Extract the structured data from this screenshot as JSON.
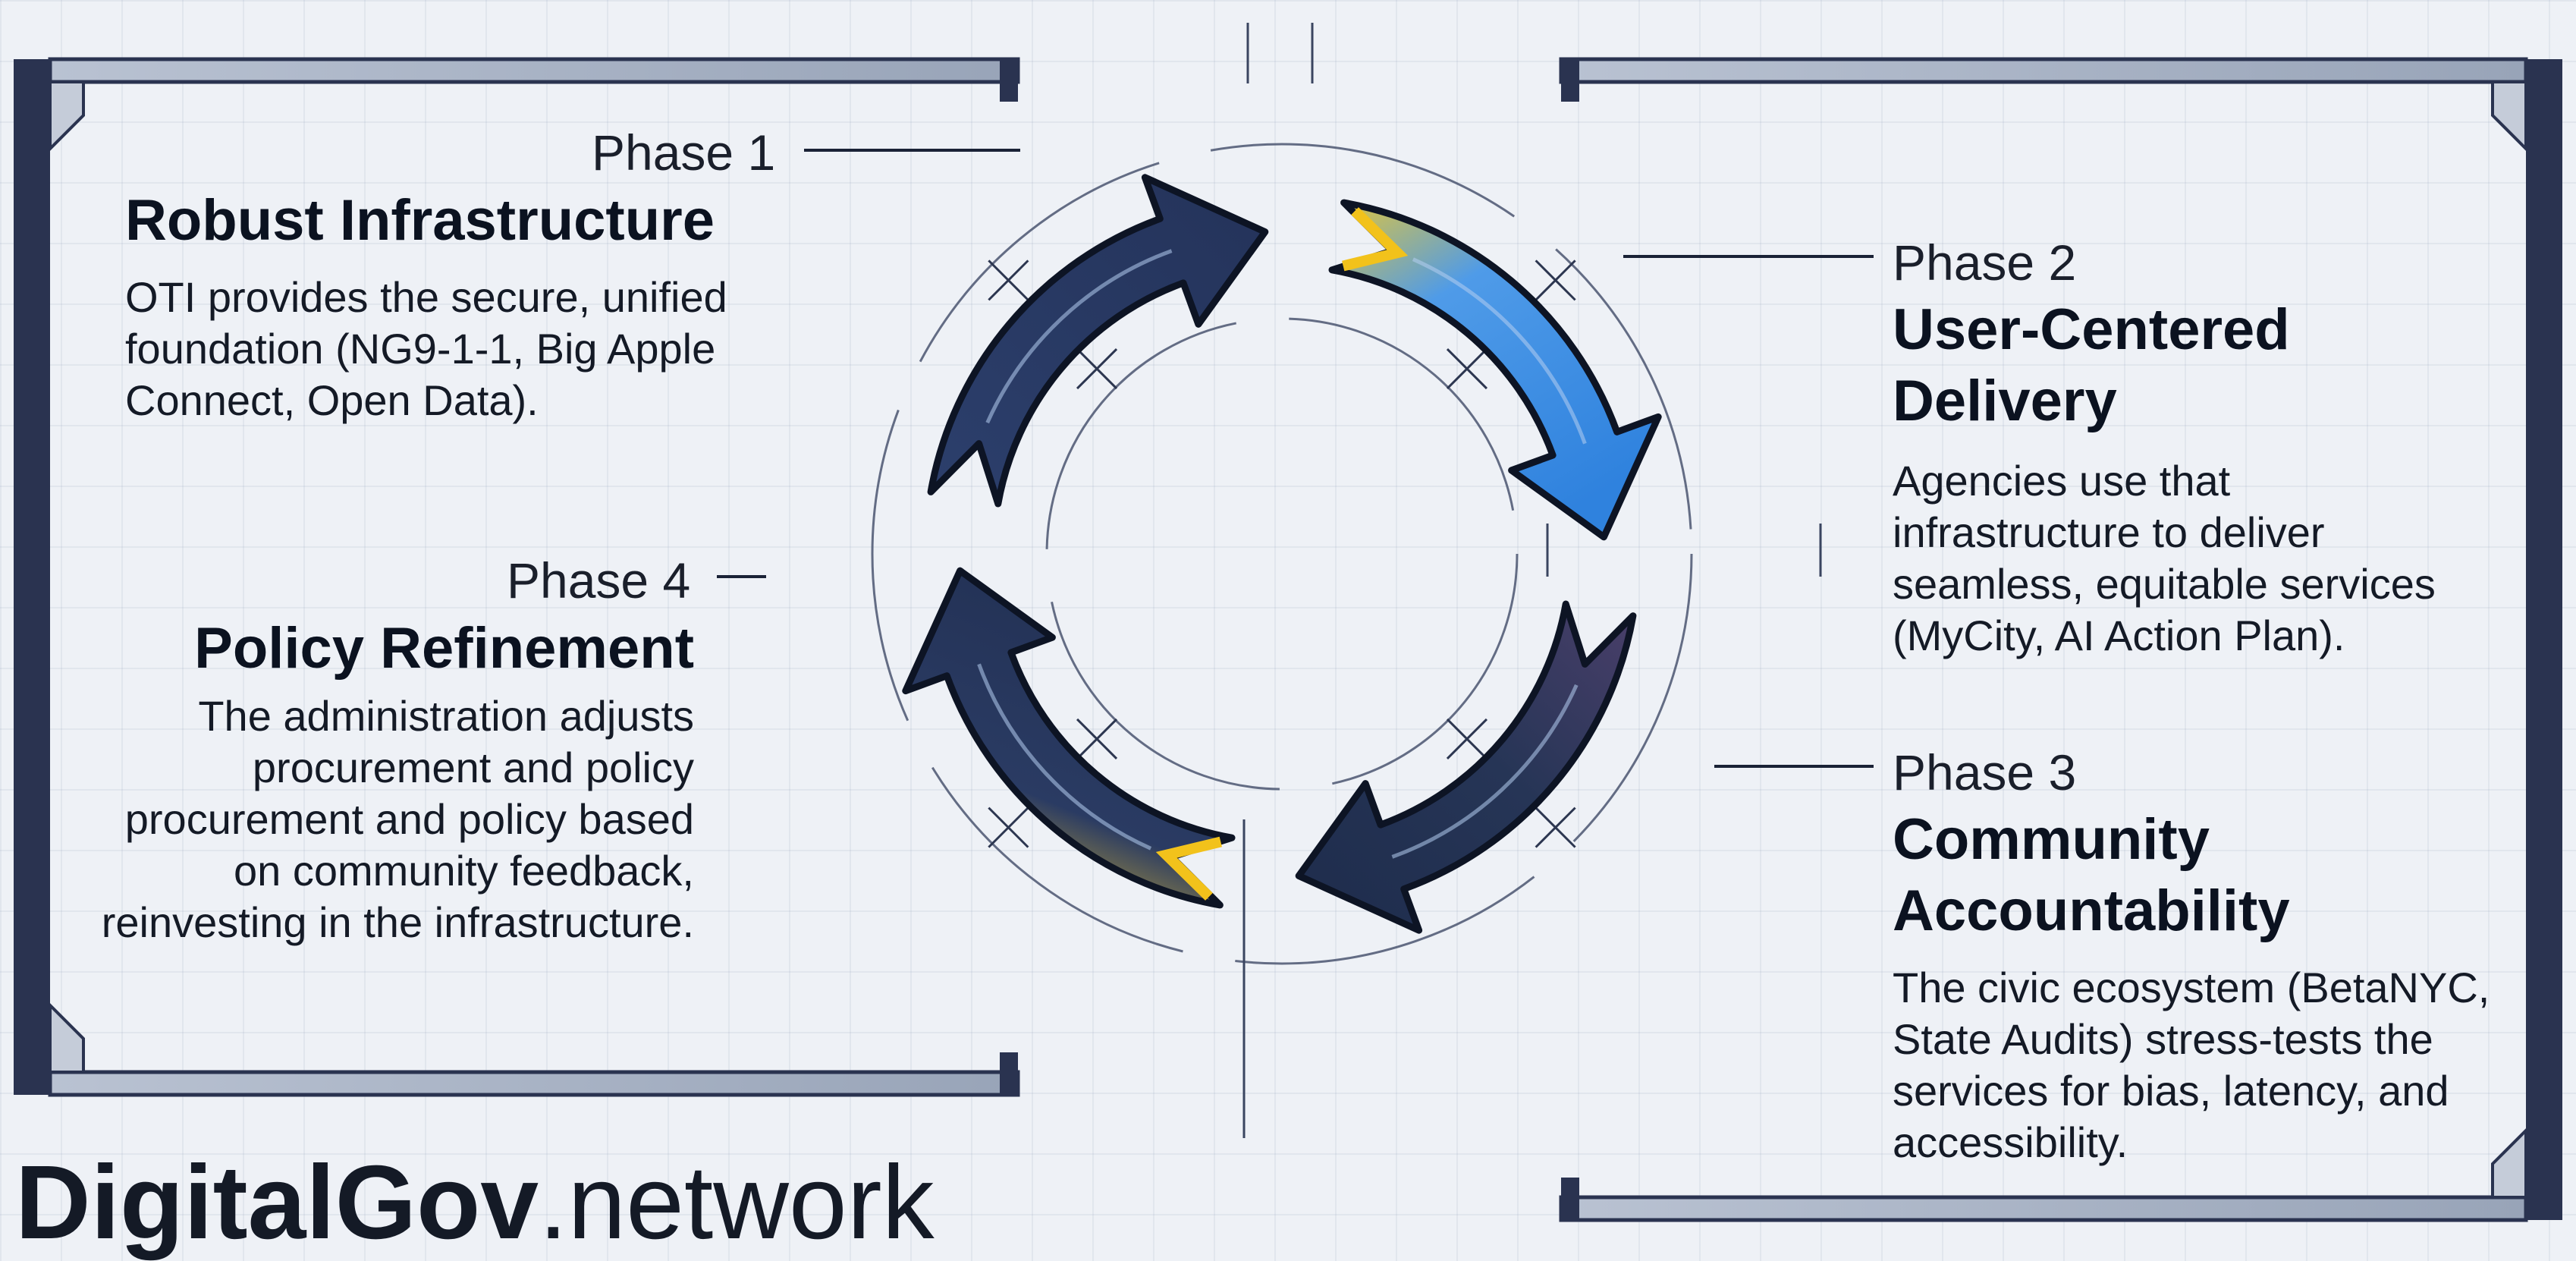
{
  "brand": {
    "bold": "DigitalGov",
    "rest": ".network"
  },
  "phases": [
    {
      "label": "Phase 1",
      "title": "Robust Infrastructure",
      "description": "OTI provides the secure, unified foundation (NG9-1-1, Big Apple Connect, Open Data)."
    },
    {
      "label": "Phase 2",
      "title": "User-Centered Delivery",
      "description": "Agencies use that infrastructure to deliver seamless, equitable services (MyCity, AI Action Plan)."
    },
    {
      "label": "Phase 3",
      "title": "Community Accountability",
      "description": "The civic ecosystem (BetaNYC, State Audits) stress-tests the services for bias, latency, and accessibility."
    },
    {
      "label": "Phase 4",
      "title": "Policy Refinement",
      "description": "The administration adjusts procurement and policy procurement and policy based on community feedback, reinvesting in the infrastructure."
    }
  ],
  "colors": {
    "arrow_dark": "#27365a",
    "arrow_outline": "#0d1424",
    "phase2_blue": "#3d8de0",
    "accent_yellow": "#f2c21b",
    "frame_gray": "#a4aec0"
  }
}
